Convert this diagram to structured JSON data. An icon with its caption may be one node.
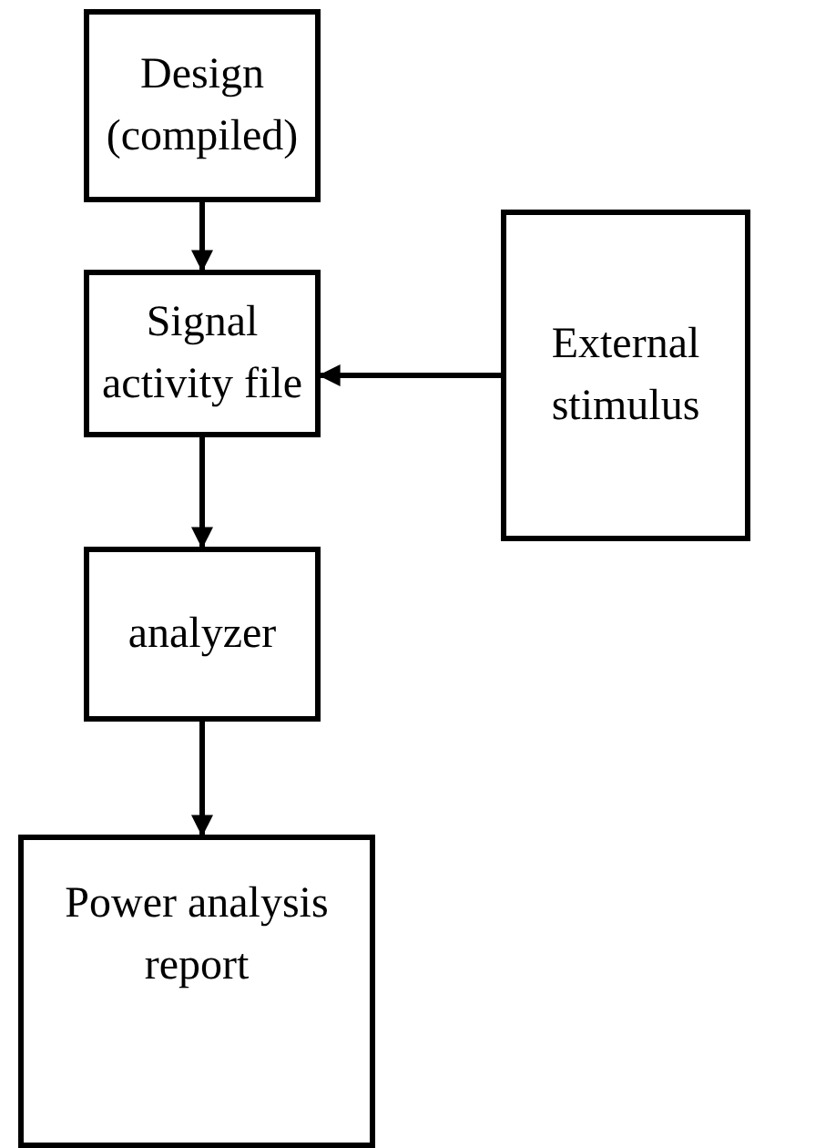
{
  "diagram": {
    "nodes": [
      {
        "text": [
          "Design (compiled)"
        ]
      },
      {
        "text": [
          "Signal activity file"
        ]
      },
      {
        "text": [
          "External stimulus"
        ]
      },
      {
        "text": [
          "analyzer"
        ]
      },
      {
        "text": [
          "Power analysis report"
        ]
      }
    ],
    "edges": [
      {
        "from": 0,
        "to": 1,
        "arrow": "to"
      },
      {
        "from": 2,
        "to": 1,
        "arrow": "to"
      },
      {
        "from": 1,
        "to": 3,
        "arrow": "to"
      },
      {
        "from": 3,
        "to": 4,
        "arrow": "to"
      }
    ]
  }
}
